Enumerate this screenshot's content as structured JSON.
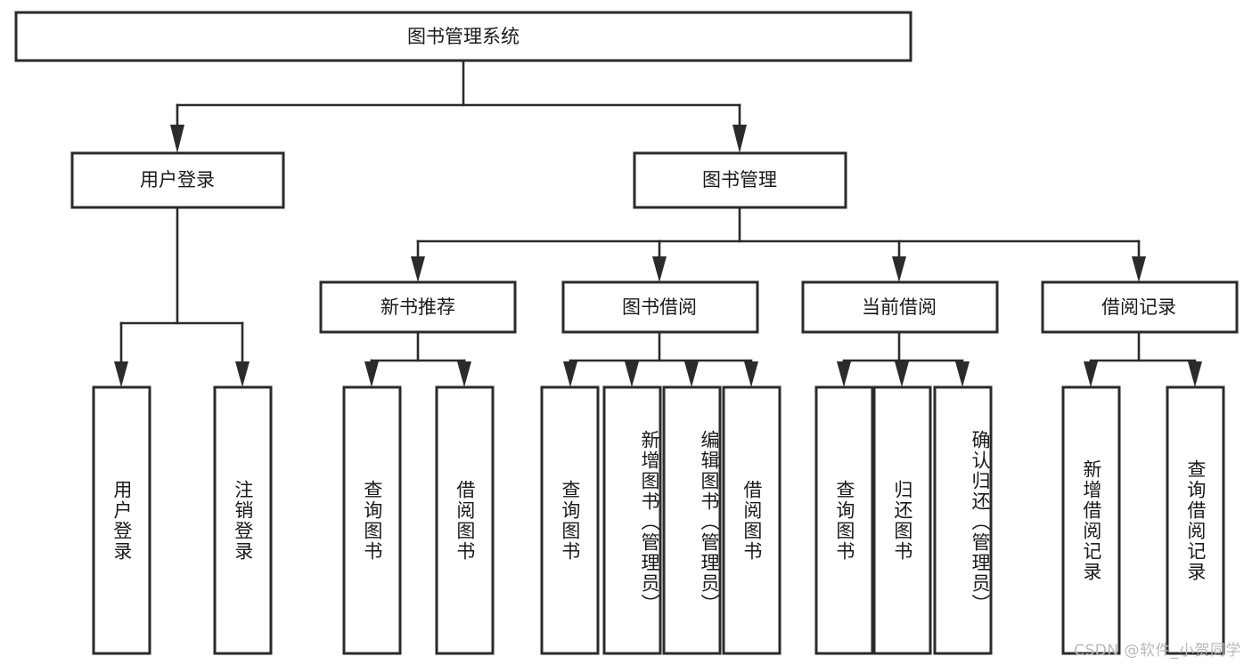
{
  "diagram": {
    "title": "图书管理系统",
    "type": "tree",
    "orientation": "top-down",
    "colors": {
      "stroke": "#2b2b2b",
      "fill": "#ffffff",
      "text": "#1a1a1a",
      "watermark": "#b9b9b9",
      "background": "#ffffff"
    },
    "root": {
      "id": "root",
      "label": "图书管理系统",
      "text_orientation": "horizontal"
    },
    "level2": [
      {
        "id": "user-login",
        "label": "用户登录",
        "text_orientation": "horizontal"
      },
      {
        "id": "book-management",
        "label": "图书管理",
        "text_orientation": "horizontal"
      }
    ],
    "level3": [
      {
        "id": "new-book-recommend",
        "label": "新书推荐",
        "parent": "book-management",
        "text_orientation": "horizontal"
      },
      {
        "id": "book-borrow",
        "label": "图书借阅",
        "parent": "book-management",
        "text_orientation": "horizontal"
      },
      {
        "id": "current-borrow",
        "label": "当前借阅",
        "parent": "book-management",
        "text_orientation": "horizontal"
      },
      {
        "id": "borrow-record",
        "label": "借阅记录",
        "parent": "book-management",
        "text_orientation": "horizontal"
      }
    ],
    "leaves": [
      {
        "id": "leaf-user-login",
        "label": "用户登录",
        "parent": "user-login",
        "text_orientation": "vertical"
      },
      {
        "id": "leaf-logout-login",
        "label": "注销登录",
        "parent": "user-login",
        "text_orientation": "vertical"
      },
      {
        "id": "leaf-query-book-rec",
        "label": "查询图书",
        "parent": "new-book-recommend",
        "text_orientation": "vertical"
      },
      {
        "id": "leaf-borrow-book-rec",
        "label": "借阅图书",
        "parent": "new-book-recommend",
        "text_orientation": "vertical"
      },
      {
        "id": "leaf-query-book-borrow",
        "label": "查询图书",
        "parent": "book-borrow",
        "text_orientation": "vertical"
      },
      {
        "id": "leaf-add-book-admin",
        "label": "新增图书（管理员）",
        "parent": "book-borrow",
        "text_orientation": "vertical"
      },
      {
        "id": "leaf-edit-book-admin",
        "label": "编辑图书（管理员）",
        "parent": "book-borrow",
        "text_orientation": "vertical"
      },
      {
        "id": "leaf-borrow-book",
        "label": "借阅图书",
        "parent": "book-borrow",
        "text_orientation": "vertical"
      },
      {
        "id": "leaf-query-book-current",
        "label": "查询图书",
        "parent": "current-borrow",
        "text_orientation": "vertical"
      },
      {
        "id": "leaf-return-book",
        "label": "归还图书",
        "parent": "current-borrow",
        "text_orientation": "vertical"
      },
      {
        "id": "leaf-confirm-return-admin",
        "label": "确认归还（管理员）",
        "parent": "current-borrow",
        "text_orientation": "vertical"
      },
      {
        "id": "leaf-add-borrow-record",
        "label": "新增借阅记录",
        "parent": "borrow-record",
        "text_orientation": "vertical"
      },
      {
        "id": "leaf-query-borrow-record",
        "label": "查询借阅记录",
        "parent": "borrow-record",
        "text_orientation": "vertical"
      }
    ]
  },
  "watermark": {
    "text": "CSDN @软件_小贺同学"
  }
}
